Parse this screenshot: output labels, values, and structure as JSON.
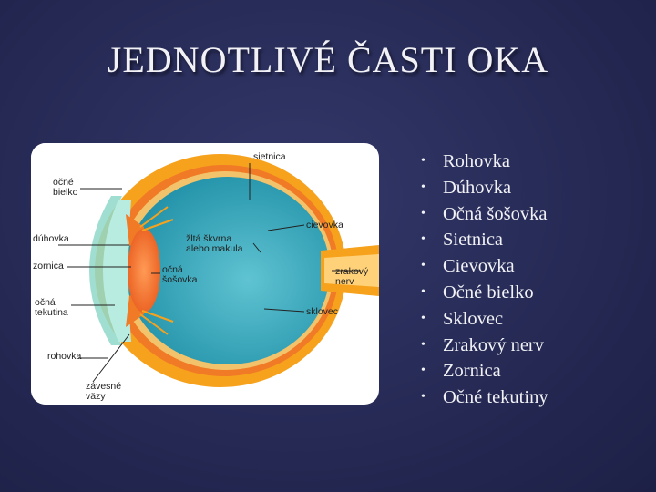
{
  "title": "JEDNOTLIVÉ ČASTI OKA",
  "diagram": {
    "labels": {
      "ocne_bielko": "očné\nbielko",
      "duhovka": "dúhovka",
      "zornica": "zornica",
      "ocna_tekutina": "očná\ntekutina",
      "rohovka": "rohovka",
      "zavesne_vazy": "závesné\nväzy",
      "sietnica": "sietnica",
      "cievovka": "cievovka",
      "zlta_skvrna": "žltá škvrna\nalebo makula",
      "ocna_sosovka": "očná\nšošovka",
      "zrakovy_nerv": "zrakový\nnerv",
      "sklovec": "sklovec"
    }
  },
  "bullets": [
    "Rohovka",
    "Dúhovka",
    "Očná šošovka",
    "Sietnica",
    "Cievovka",
    "Očné bielko",
    "Sklovec",
    "Zrakový nerv",
    "Zornica",
    "Očné tekutiny"
  ]
}
